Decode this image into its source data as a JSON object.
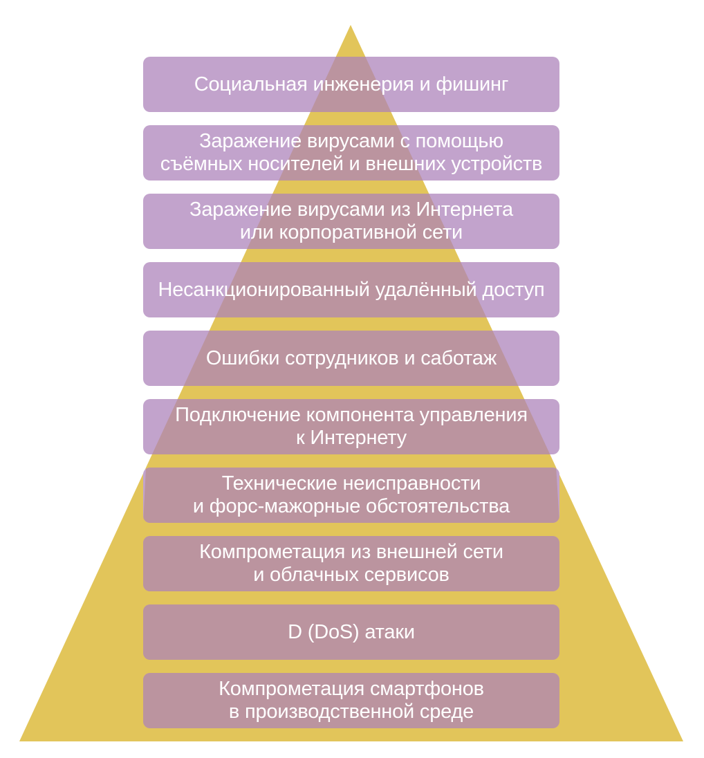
{
  "colors": {
    "background": "#ffffff",
    "pyramid": "#e2c55a",
    "bar_outside": "#c2a3cc",
    "bar_inside": "#bb949f",
    "text": "#ffffff"
  },
  "levels": [
    {
      "label": "Социальная инженерия и фишинг"
    },
    {
      "label": "Заражение вирусами с помощью\nсъёмных носителей и внешних устройств"
    },
    {
      "label": "Заражение вирусами из Интернета\nили корпоративной сети"
    },
    {
      "label": "Несанкционированный удалённый доступ"
    },
    {
      "label": "Ошибки сотрудников и саботаж"
    },
    {
      "label": "Подключение компонента управления\nк Интернету"
    },
    {
      "label": "Технические неисправности\nи форс-мажорные обстоятельства"
    },
    {
      "label": "Компрометация из внешней сети\nи облачных сервисов"
    },
    {
      "label": "D (DoS) атаки"
    },
    {
      "label": "Компрометация смартфонов\nв производственной среде"
    }
  ]
}
